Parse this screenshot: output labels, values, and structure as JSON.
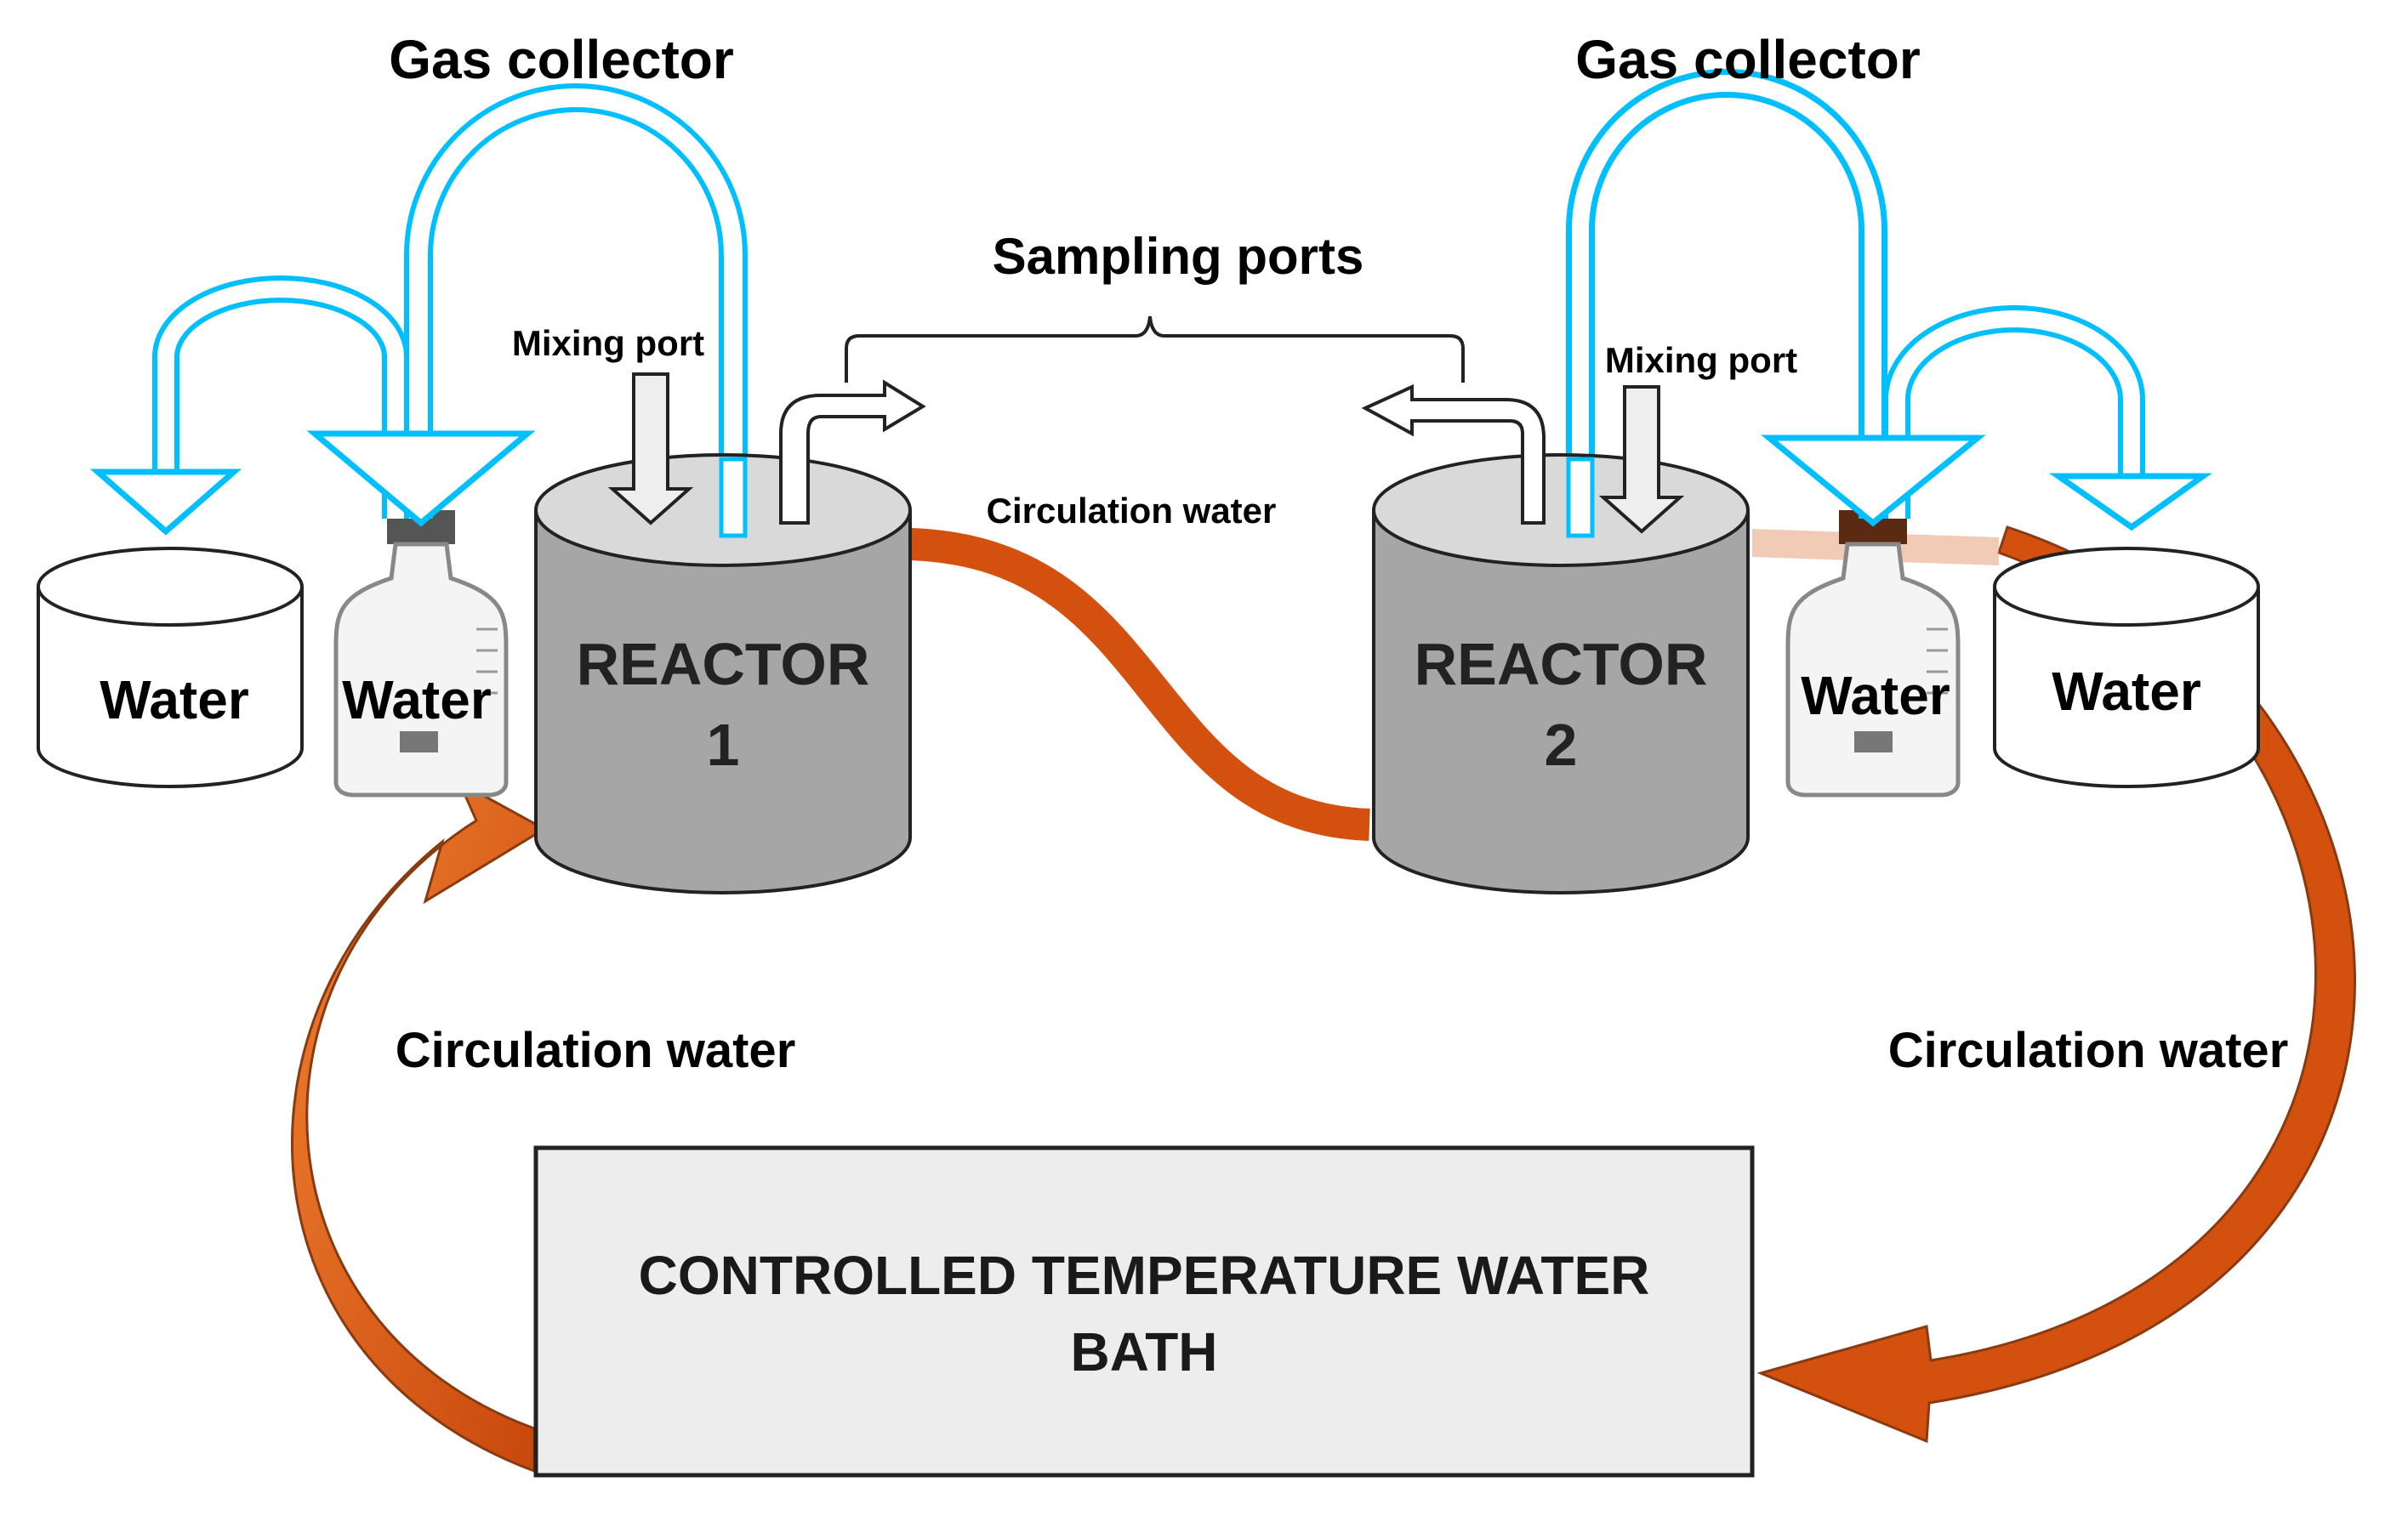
{
  "labels": {
    "gas_collector_left": "Gas collector",
    "gas_collector_right": "Gas collector",
    "sampling_ports": "Sampling ports",
    "mixing_port_left": "Mixing port",
    "mixing_port_right": "Mixing port",
    "circulation_water_top": "Circulation water",
    "circulation_water_left": "Circulation water",
    "circulation_water_right": "Circulation water",
    "water_beaker_left": "Water",
    "water_bottle_left": "Water",
    "water_bottle_right": "Water",
    "water_beaker_right": "Water",
    "reactor1_line1": "REACTOR",
    "reactor1_line2": "1",
    "reactor2_line1": "REACTOR",
    "reactor2_line2": "2",
    "bath_line1": "CONTROLLED TEMPERATURE WATER",
    "bath_line2": "BATH"
  },
  "colors": {
    "gas_tube": "#00BFFF",
    "circulation": "#E05A12",
    "reactor_fill": "#A6A6A6",
    "reactor_top": "#D9D9D9",
    "bath_fill": "#EDEDED",
    "arrow_fill": "#EEEEEE"
  }
}
